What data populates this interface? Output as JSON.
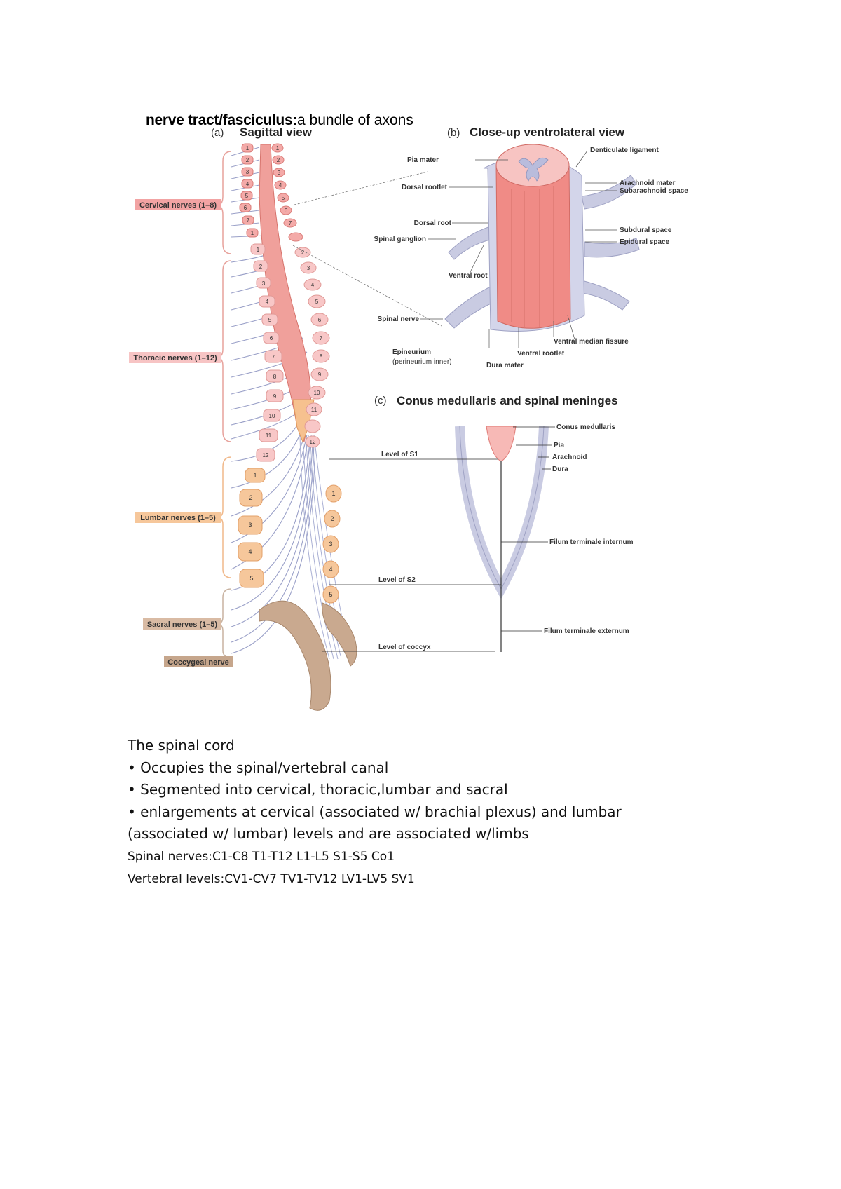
{
  "heading": {
    "term": "nerve tract/fasciculus:",
    "definition": "a bundle of axons"
  },
  "figure": {
    "panel_a": {
      "letter": "(a)",
      "title": "Sagittal view"
    },
    "panel_b": {
      "letter": "(b)",
      "title": "Close-up ventrolateral view"
    },
    "panel_c": {
      "letter": "(c)",
      "title": "Conus medullaris and spinal meninges"
    },
    "groups": {
      "cervical": "Cervical nerves (1–8)",
      "thoracic": "Thoracic nerves (1–12)",
      "lumbar": "Lumbar nerves (1–5)",
      "sacral": "Sacral nerves (1–5)",
      "coccygeal": "Coccygeal nerve"
    },
    "b_labels": {
      "pia_mater": "Pia mater",
      "denticulate_ligament": "Denticulate ligament",
      "dorsal_rootlet": "Dorsal rootlet",
      "arachnoid_mater": "Arachnoid mater",
      "subarachnoid_space": "Subarachnoid space",
      "dorsal_root": "Dorsal root",
      "spinal_ganglion": "Spinal ganglion",
      "subdural_space": "Subdural space",
      "epidural_space": "Epidural space",
      "ventral_root": "Ventral root",
      "spinal_nerve": "Spinal nerve",
      "ventral_median_fissure": "Ventral median fissure",
      "epineurium": "Epineurium",
      "perineurium": "(perineurium inner)",
      "ventral_rootlet": "Ventral rootlet",
      "dura_mater": "Dura mater"
    },
    "c_labels": {
      "conus_medullaris": "Conus medullaris",
      "pia": "Pia",
      "arachnoid": "Arachnoid",
      "dura": "Dura",
      "filum_internum": "Filum terminale internum",
      "filum_externum": "Filum terminale externum",
      "level_s1": "Level of S1",
      "level_s2": "Level of S2",
      "level_coccyx": "Level of coccyx"
    },
    "colors": {
      "cervical": "#f2a3a3",
      "thoracic": "#f7c4c4",
      "lumbar": "#f6c79b",
      "sacral": "#c9a98f",
      "meninges": "#c9cbe2",
      "cord": "#f08b86"
    }
  },
  "notes": {
    "title": "The spinal cord",
    "bullet1": "• Occupies the spinal/vertebral canal",
    "bullet2": "• Segmented into cervical, thoracic,lumbar and sacral",
    "bullet3a": "• enlargements at cervical (associated w/ brachial plexus) and lumbar",
    "bullet3b": "(associated w/ lumbar) levels and are associated w/limbs",
    "nerves": "Spinal nerves:C1-C8 T1-T12 L1-L5 S1-S5 Co1",
    "levels": "Vertebral levels:CV1-CV7 TV1-TV12 LV1-LV5 SV1"
  }
}
